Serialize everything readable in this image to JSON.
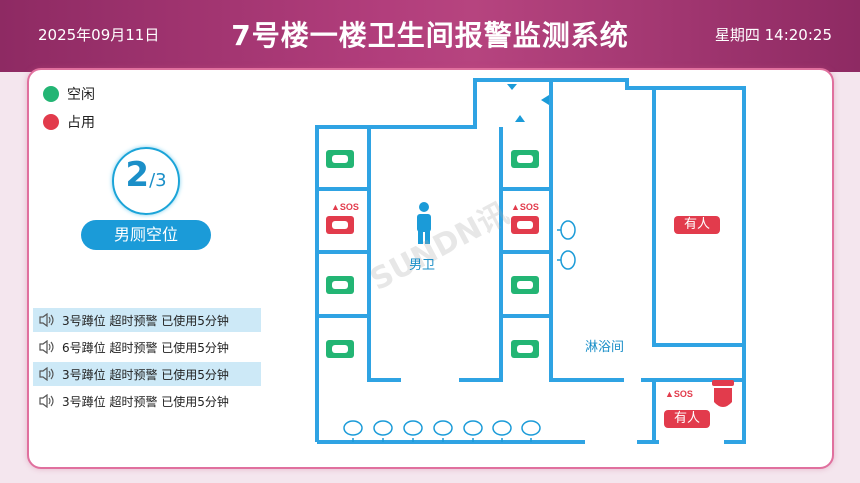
{
  "header": {
    "date": "2025年09月11日",
    "title": "7号楼一楼卫生间报警监测系统",
    "weekday_time": "星期四 14:20:25"
  },
  "legend": {
    "free": {
      "label": "空闲",
      "color": "#23b574"
    },
    "occupied": {
      "label": "占用",
      "color": "#e23b4c"
    }
  },
  "vacancy": {
    "available": "2",
    "total": "/3",
    "label": "男厕空位"
  },
  "alerts": [
    "3号蹲位 超时预警 已使用5分钟",
    "6号蹲位 超时预警 已使用5分钟",
    "3号蹲位 超时预警 已使用5分钟",
    "3号蹲位 超时预警 已使用5分钟"
  ],
  "floorplan": {
    "male_room": "男卫",
    "shower_room": "淋浴间",
    "occupied_tag": "有人",
    "sos_label": "SOS",
    "watermark": "SUNDN讯"
  },
  "colors": {
    "wall": "#2fa3e3",
    "free": "#23b574",
    "occupied": "#e23b4c",
    "accent": "#1b9bd8"
  }
}
